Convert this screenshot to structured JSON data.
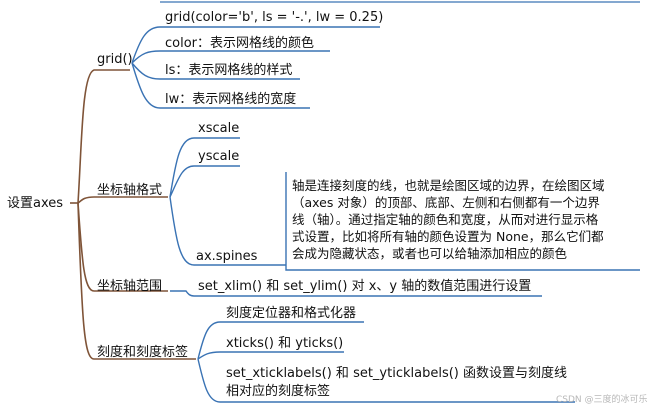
{
  "root": {
    "label": "设置axes"
  },
  "branches": [
    {
      "label": "grid()",
      "children": [
        "grid(color='b', ls = '-.', lw = 0.25)",
        "color：表示网格线的颜色",
        "ls：表示网格线的样式",
        "lw：表示网格线的宽度"
      ]
    },
    {
      "label": "坐标轴格式",
      "children": [
        "xscale",
        "yscale",
        "ax.spines"
      ],
      "note": [
        "轴是连接刻度的线，也就是绘图区域的边界，在绘图区域",
        "（axes 对象）的顶部、底部、左侧和右侧都有一个边界",
        "线（轴）。通过指定轴的颜色和宽度，从而对进行显示格",
        "式设置，比如将所有轴的颜色设置为 None，那么它们都",
        "会成为隐藏状态，或者也可以给轴添加相应的颜色"
      ]
    },
    {
      "label": "坐标轴范围",
      "children": [
        "set_xlim() 和 set_ylim() 对 x、y 轴的数值范围进行设置"
      ]
    },
    {
      "label": "刻度和刻度标签",
      "children": [
        "刻度定位器和格式化器",
        "xticks() 和 yticks()",
        "set_xticklabels() 和 set_yticklabels() 函数设置与刻度线",
        "相对应的刻度标签"
      ]
    }
  ],
  "watermark": "CSDN @三度的冰可乐",
  "colors": {
    "branch_line": "#7f5438",
    "sub_line": "#3a73b4",
    "text": "#111111"
  }
}
